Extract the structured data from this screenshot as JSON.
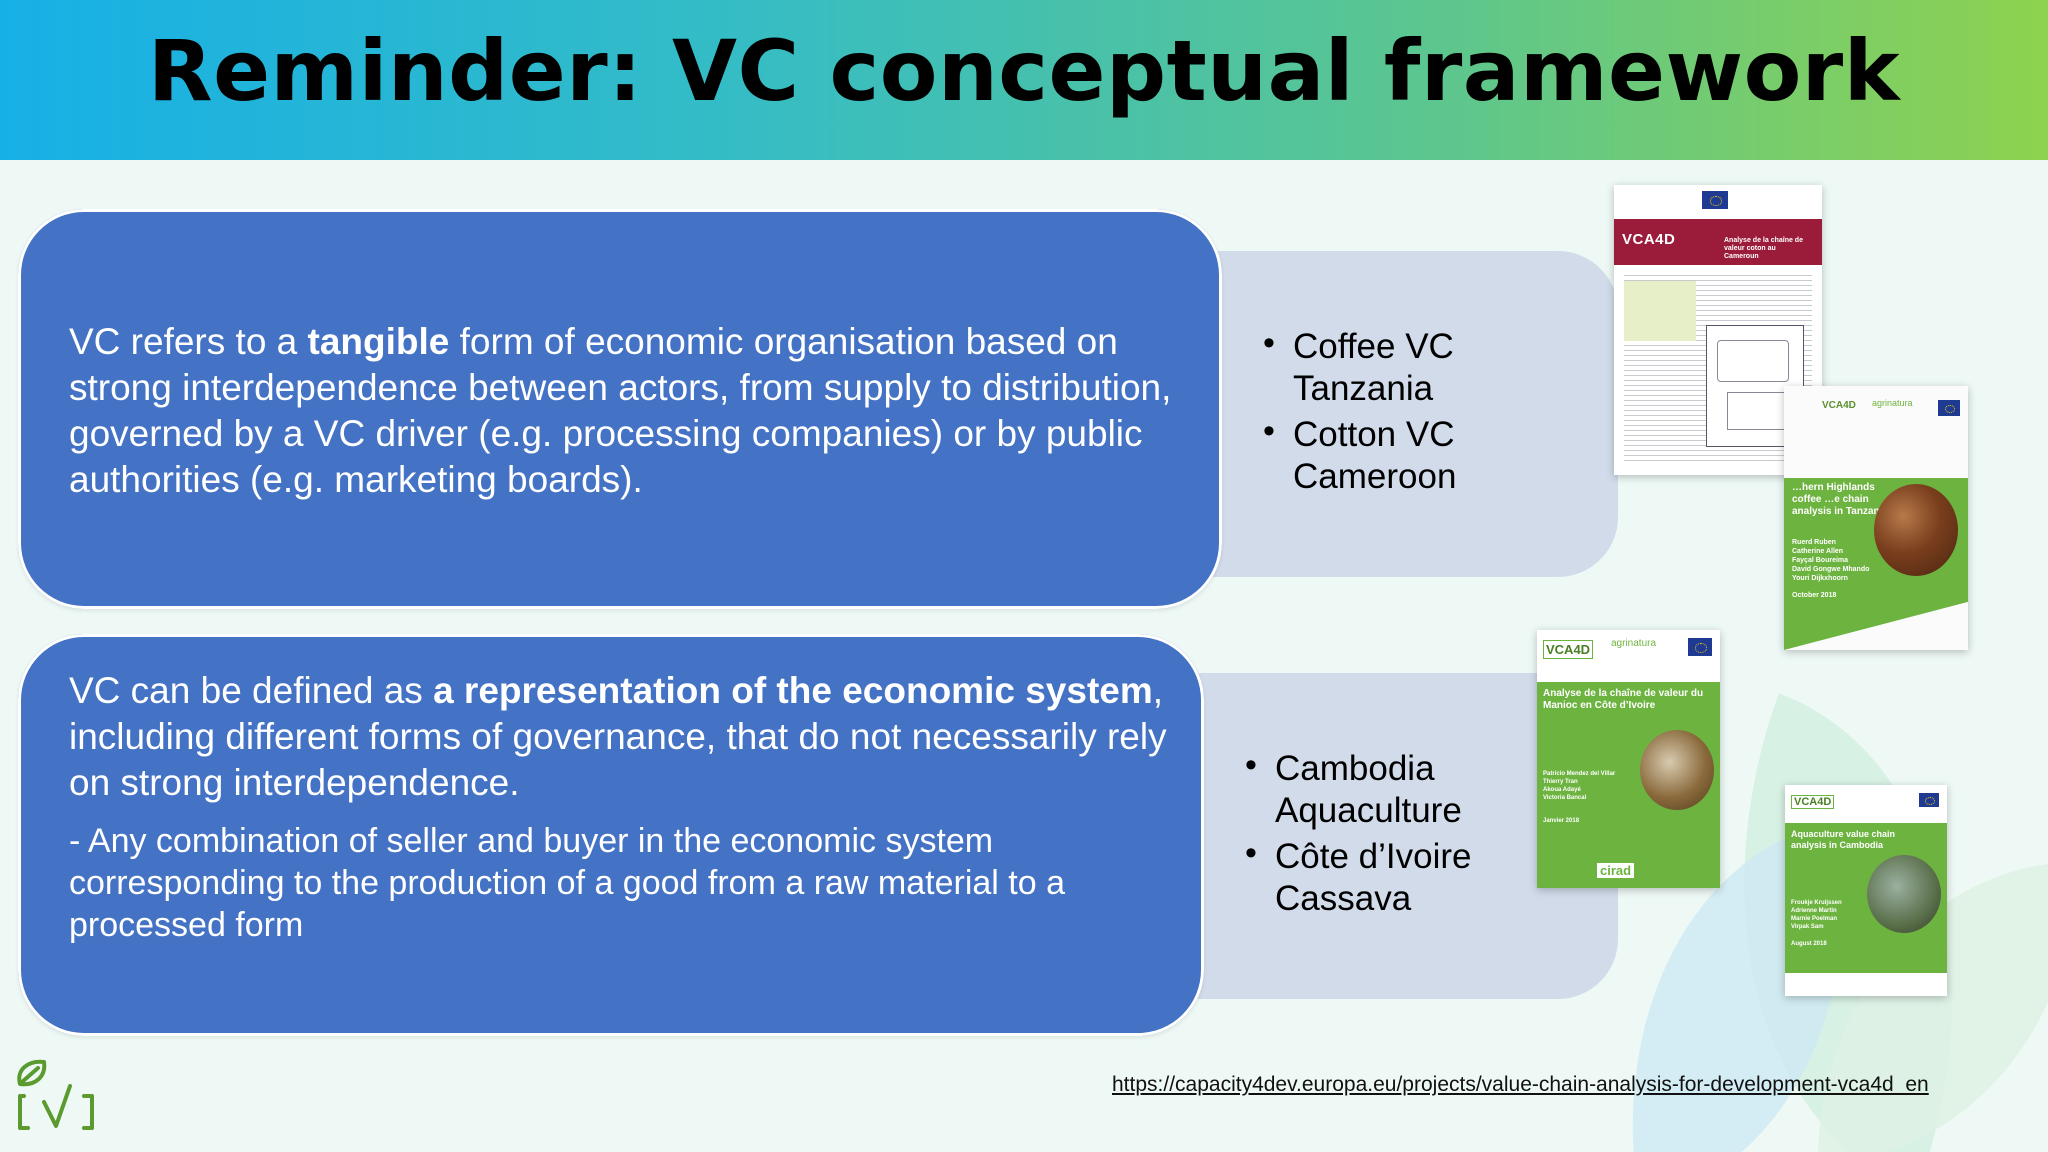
{
  "slide": {
    "title": "Reminder: VC conceptual framework",
    "box1": {
      "text_pre": "VC refers to a ",
      "text_bold": "tangible",
      "text_post": " form of economic organisation based on strong interdependence between actors, from supply to distribution, governed by a VC driver (e.g. processing companies) or by public authorities (e.g. marketing boards)."
    },
    "box2": {
      "text_pre": "VC can be defined as ",
      "text_bold": "a representation of the economic system",
      "text_post": ", including different forms of governance, that do not necessarily rely on strong interdependence.",
      "subpoint": "-  Any combination of seller and buyer in the economic system corresponding to the production of a good from a raw material to a processed form"
    },
    "examples1": [
      "Coffee VC Tanzania",
      "Cotton VC Cameroon"
    ],
    "examples2": [
      "Cambodia Aquaculture",
      "Côte d’Ivoire Cassava"
    ],
    "url": "https://capacity4dev.europa.eu/projects/value-chain-analysis-for-development-vca4d_en"
  },
  "covers": {
    "c1": {
      "logo": "VCA4D",
      "title": "Analyse de la chaîne de valeur coton au Cameroun"
    },
    "c2": {
      "title": "…hern Highlands coffee …e chain analysis in Tanzania",
      "authors": "Ruerd Ruben\nCatherine Allen\nFayçal Boureima\nDavid Gongwe Mhando\nYouri Dijkxhoorn",
      "date": "October 2018",
      "logo_left": "VCA4D",
      "logo_mid": "agrinatura"
    },
    "c3": {
      "logo": "VCA4D",
      "agri": "agrinatura",
      "title": "Analyse de la chaîne de valeur du Manioc en Côte d’Ivoire",
      "authors": "Patricio Mendez del Villar\nThierry Tran\nAkoua Adayé\nVictoria Bancal",
      "date": "Janvier 2018",
      "cirad": "cirad"
    },
    "c4": {
      "logo": "VCA4D",
      "title": "Aquaculture value chain analysis in Cambodia",
      "authors": "Froukje Kruijssen\nAdrienne Martin\nMarnie Poelman\nVirpak Sam",
      "date": "August 2018"
    }
  },
  "colors": {
    "box_blue": "#4472c4",
    "side_panel": "#d2dbea",
    "header_start": "#17b0e6",
    "header_end": "#8ed24f",
    "cover_green": "#6db33f",
    "cover_red": "#9b1c3a"
  },
  "icons": {
    "logo": "vca4d-leaf-logo",
    "flags": "eu-flag-icon"
  }
}
